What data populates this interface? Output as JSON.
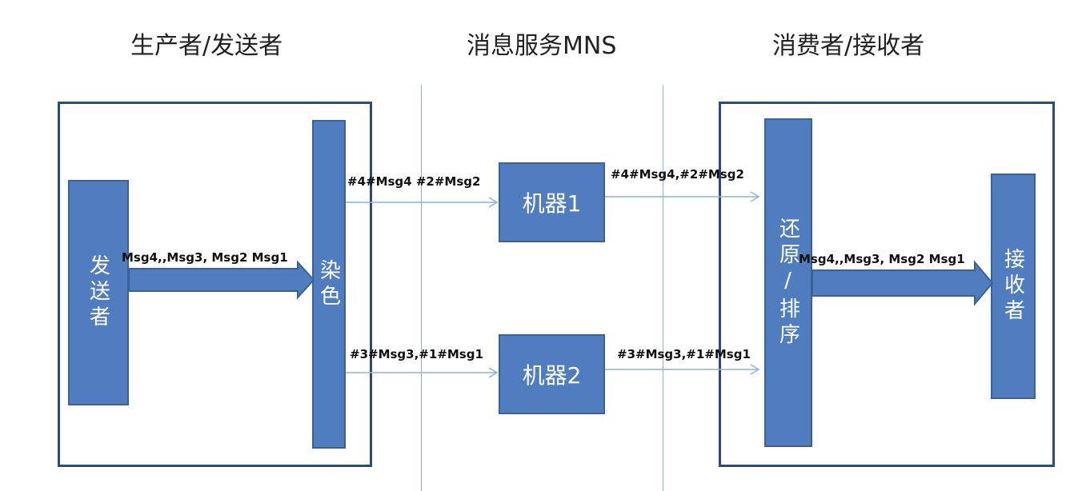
{
  "headings": {
    "producer": "生产者/发送者",
    "service": "消息服务MNS",
    "consumer": "消费者/接收者"
  },
  "blocks": {
    "sender": "发送者",
    "dye": "染色",
    "restore_sort": "还原/排序",
    "receiver": "接收者",
    "machine1": "机器1",
    "machine2": "机器2"
  },
  "labels": {
    "sender_to_dye": "Msg4,,Msg3, Msg2 Msg1",
    "dye_to_m1": "#4#Msg4 #2#Msg2",
    "m1_to_restore": "#4#Msg4,#2#Msg2",
    "dye_to_m2": "#3#Msg3,#1#Msg1",
    "m2_to_restore": "#3#Msg3,#1#Msg1",
    "restore_to_receiver": "Msg4,,Msg3, Msg2 Msg1"
  },
  "colors": {
    "block_fill": "#4f7dbf",
    "frame_border": "#2f4a78",
    "thin_arrow": "#8fb3da"
  }
}
